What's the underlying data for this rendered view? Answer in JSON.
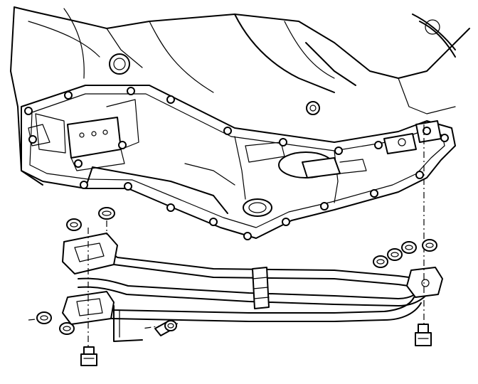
{
  "diagram": {
    "style": "black-and-white line art",
    "components": [
      "transmission-case",
      "oil-pan",
      "cooler-lines",
      "cooler-line-bracket",
      "mounting-bolts",
      "seal-rings"
    ],
    "colors": {
      "ink": "#000000",
      "background": "#ffffff"
    }
  }
}
